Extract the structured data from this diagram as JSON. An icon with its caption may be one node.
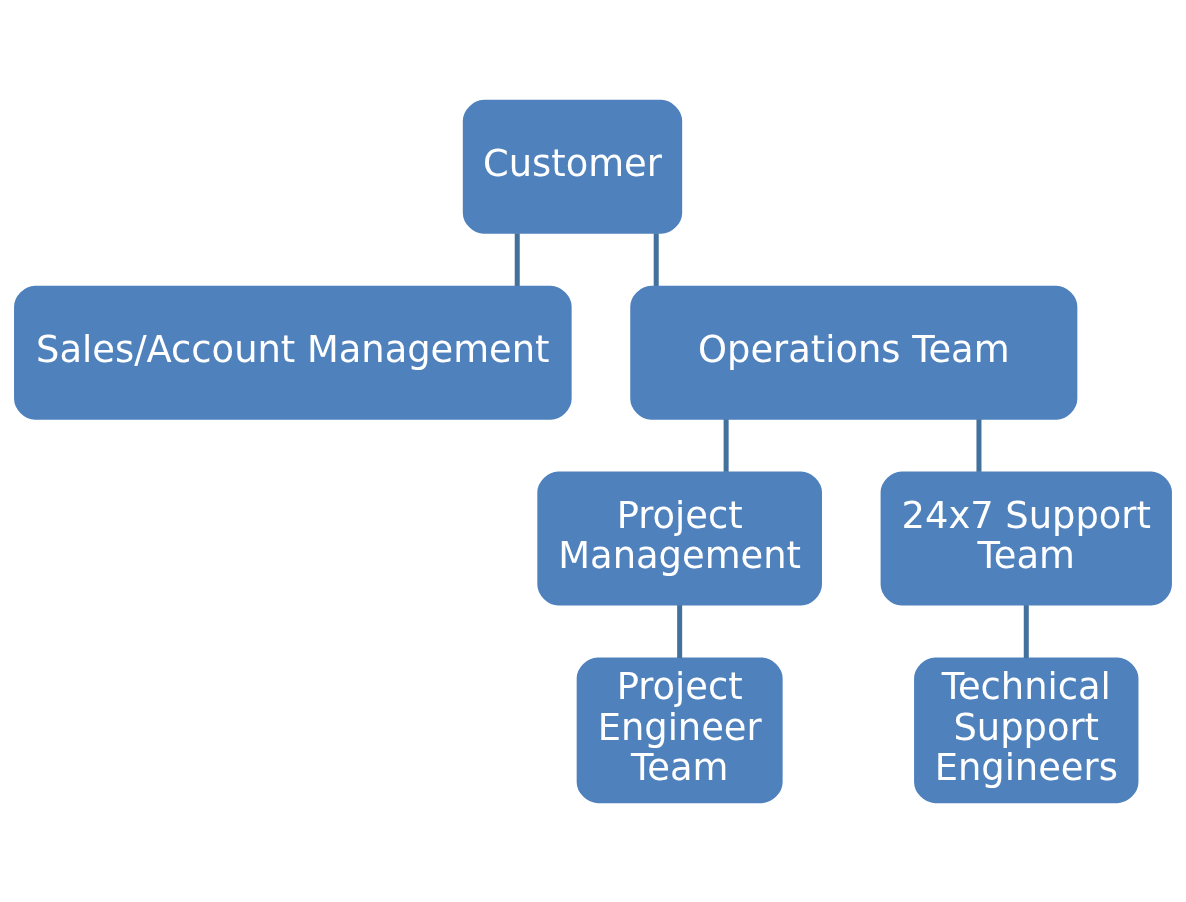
{
  "diagram": {
    "nodes": [
      {
        "text": [
          "Customer"
        ]
      },
      {
        "text": [
          "Sales/Account Management"
        ]
      },
      {
        "text": [
          "Operations Team"
        ]
      },
      {
        "text": [
          "Project Management"
        ]
      },
      {
        "text": [
          "24x7 Support Team"
        ]
      },
      {
        "text": [
          "Project Engineer Team"
        ]
      },
      {
        "text": [
          "Technical Support Engineers"
        ]
      }
    ],
    "edges": [
      {
        "from": 0,
        "to": 1,
        "arrow": "none"
      },
      {
        "from": 0,
        "to": 2,
        "arrow": "none"
      },
      {
        "from": 2,
        "to": 3,
        "arrow": "none"
      },
      {
        "from": 2,
        "to": 4,
        "arrow": "none"
      },
      {
        "from": 3,
        "to": 5,
        "arrow": "none"
      },
      {
        "from": 4,
        "to": 6,
        "arrow": "none"
      }
    ]
  }
}
